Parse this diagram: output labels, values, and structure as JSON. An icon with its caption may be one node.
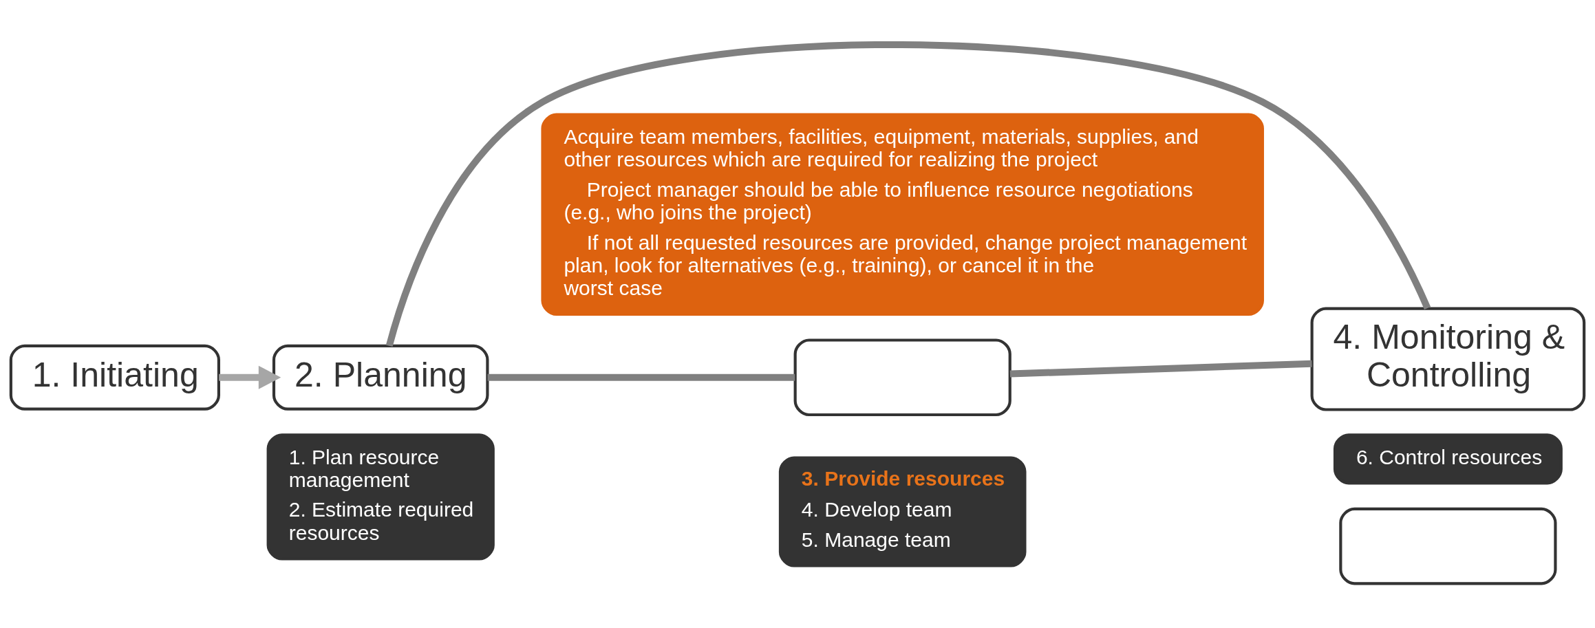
{
  "diagram": {
    "nodes": [
      {
        "text": [
          "1. Initiating"
        ]
      },
      {
        "text": [
          "2. Planning"
        ]
      },
      {
        "text": [
          "1. Plan resource management",
          "2. Estimate required resources"
        ]
      },
      {
        "text": [],
        "shape": "box"
      },
      {
        "text": [
          "3. Provide resources",
          "4. Develop team",
          "5. Manage team"
        ]
      },
      {
        "text": [],
        "shape": "box"
      },
      {
        "text": [
          "4. Monitoring & Controlling"
        ]
      },
      {
        "text": [
          "6. Control resources"
        ]
      },
      {
        "text": [
          "Acquire team members, facilities, equipment, materials, supplies, and other resources which are required for realizing the project",
          "Project manager should be able to influence resource negotiations (e.g., who joins the project)",
          "If not all requested resources are provided, change project management plan, look for alternatives (e.g., training), or cancel it in the worst case"
        ]
      }
    ],
    "edges": [
      {
        "from": 0,
        "to": 1,
        "arrow": "to",
        "color": "#a6a6a6"
      },
      {
        "from": 1,
        "to": 3,
        "arrow": "none"
      },
      {
        "from": 3,
        "to": 6,
        "arrow": "none"
      },
      {
        "from": 6,
        "to": 1,
        "arrow": "none"
      }
    ]
  }
}
